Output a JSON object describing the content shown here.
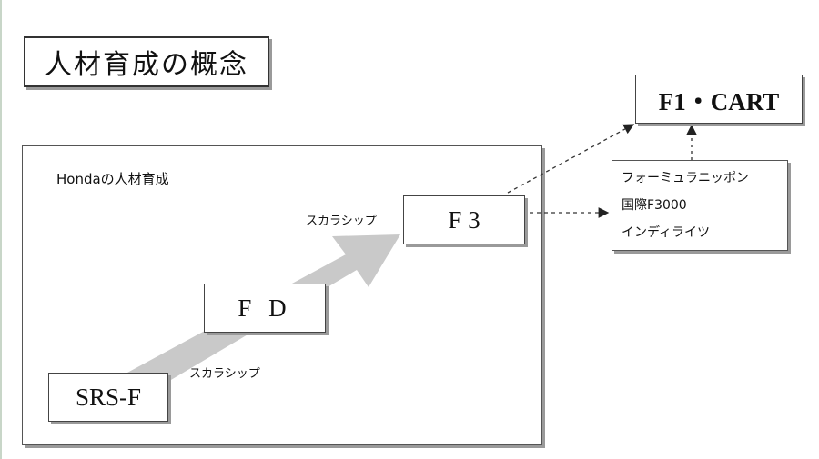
{
  "title": "人材育成の概念",
  "frame_label": "Hondaの人材育成",
  "steps": {
    "srs": "SRS-F",
    "fd": "F D",
    "f3": "F 3",
    "top": "F1・CART"
  },
  "scholarship_label": "スカラシップ",
  "series": [
    "フォーミュラニッポン",
    "国際F3000",
    "インディライツ"
  ],
  "colors": {
    "arrow_fill": "#c9c9c9",
    "border": "#444444",
    "shadow": "#9a9a9a"
  }
}
